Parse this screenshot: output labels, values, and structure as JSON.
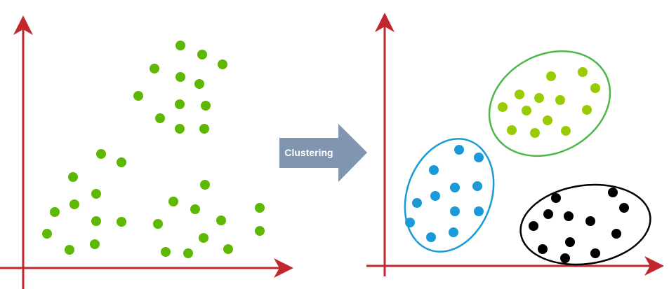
{
  "arrow_label": "Clustering",
  "colors": {
    "axis": "#c1272d",
    "raw_points": "#5cb800",
    "cluster_green": "#99cc00",
    "cluster_green_outline": "#4cb848",
    "cluster_blue": "#1a9ad6",
    "cluster_black": "#000000",
    "arrow": "#7f95b0"
  },
  "raw_points": [
    [
      257,
      65
    ],
    [
      288,
      78
    ],
    [
      317,
      92
    ],
    [
      220,
      98
    ],
    [
      257,
      110
    ],
    [
      284,
      120
    ],
    [
      197,
      137
    ],
    [
      256,
      149
    ],
    [
      293,
      151
    ],
    [
      228,
      169
    ],
    [
      256,
      184
    ],
    [
      291,
      184
    ],
    [
      144,
      220
    ],
    [
      173,
      232
    ],
    [
      104,
      253
    ],
    [
      137,
      277
    ],
    [
      106,
      292
    ],
    [
      78,
      303
    ],
    [
      137,
      316
    ],
    [
      173,
      317
    ],
    [
      67,
      334
    ],
    [
      135,
      349
    ],
    [
      99,
      357
    ],
    [
      292,
      264
    ],
    [
      247,
      288
    ],
    [
      278,
      299
    ],
    [
      225,
      320
    ],
    [
      315,
      315
    ],
    [
      370,
      297
    ],
    [
      370,
      330
    ],
    [
      290,
      340
    ],
    [
      236,
      360
    ],
    [
      268,
      362
    ],
    [
      325,
      356
    ]
  ],
  "clusters": [
    {
      "name": "green",
      "points": [
        [
          785,
          109
        ],
        [
          830,
          103
        ],
        [
          740,
          135
        ],
        [
          768,
          140
        ],
        [
          798,
          143
        ],
        [
          848,
          126
        ],
        [
          716,
          153
        ],
        [
          750,
          158
        ],
        [
          836,
          157
        ],
        [
          729,
          186
        ],
        [
          762,
          190
        ],
        [
          780,
          172
        ],
        [
          806,
          187
        ]
      ]
    },
    {
      "name": "blue",
      "points": [
        [
          654,
          214
        ],
        [
          682,
          225
        ],
        [
          618,
          243
        ],
        [
          648,
          268
        ],
        [
          680,
          266
        ],
        [
          620,
          280
        ],
        [
          594,
          290
        ],
        [
          648,
          302
        ],
        [
          682,
          302
        ],
        [
          584,
          318
        ],
        [
          614,
          339
        ],
        [
          646,
          332
        ]
      ]
    },
    {
      "name": "black",
      "points": [
        [
          792,
          283
        ],
        [
          873,
          275
        ],
        [
          889,
          297
        ],
        [
          810,
          309
        ],
        [
          841,
          316
        ],
        [
          760,
          323
        ],
        [
          781,
          306
        ],
        [
          878,
          334
        ],
        [
          812,
          346
        ],
        [
          773,
          356
        ],
        [
          848,
          362
        ],
        [
          805,
          369
        ]
      ]
    }
  ]
}
